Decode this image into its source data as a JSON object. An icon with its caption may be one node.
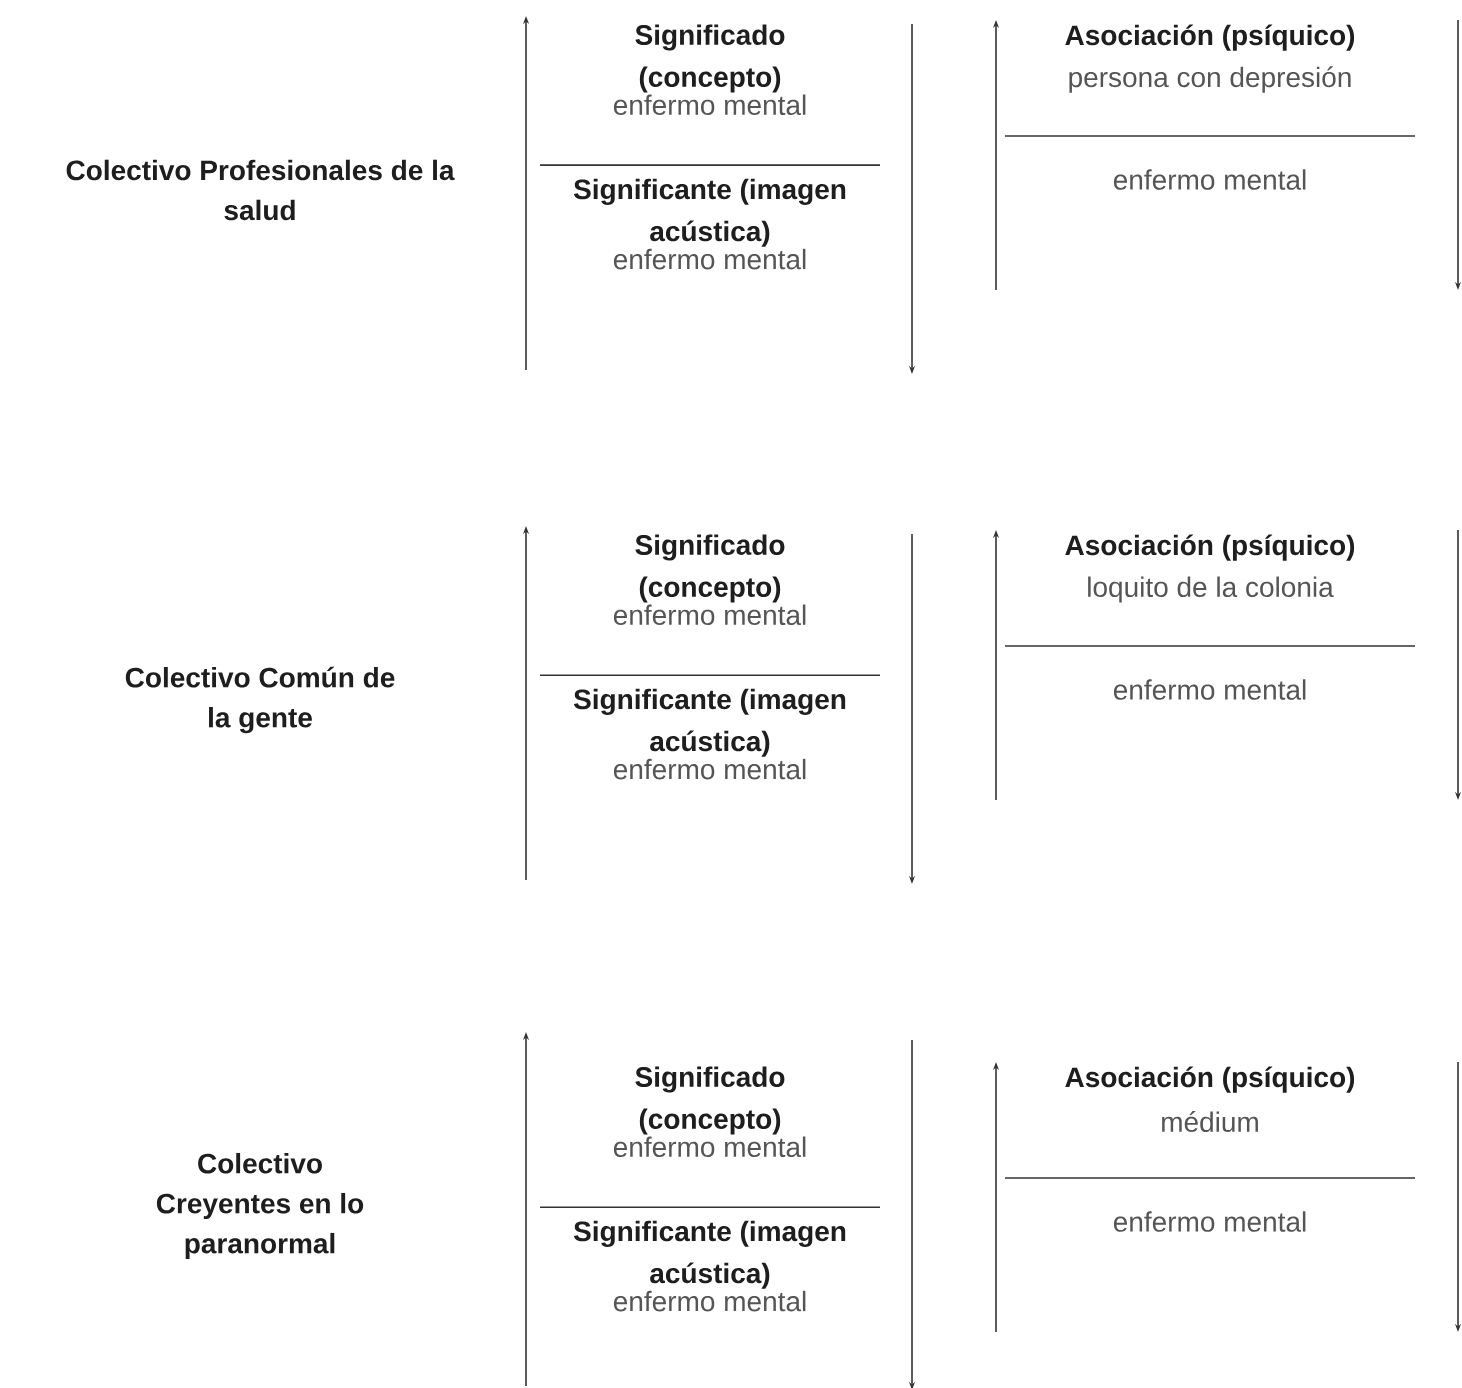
{
  "diagram": {
    "nodes": [
      {
        "text": [
          "Colectivo Profesionales de la salud"
        ]
      },
      {
        "text": [
          "Significado (concepto)",
          "enfermo mental",
          "Significante (imagen acústica)",
          "enfermo mental"
        ]
      },
      {
        "text": [
          "Asociación (psíquico)",
          "persona con depresión",
          "enfermo mental"
        ]
      },
      {
        "text": [
          "Colectivo Común de la gente"
        ]
      },
      {
        "text": [
          "Significado (concepto)",
          "enfermo mental",
          "Significante (imagen acústica)",
          "enfermo mental"
        ]
      },
      {
        "text": [
          "Asociación (psíquico)",
          "loquito de la colonia",
          "enfermo mental"
        ]
      },
      {
        "text": [
          "Colectivo Creyentes en lo paranormal"
        ]
      },
      {
        "text": [
          "Significado (concepto)",
          "enfermo mental",
          "Significante (imagen acústica)",
          "enfermo mental"
        ]
      },
      {
        "text": [
          "Asociación (psíquico)",
          "médium",
          "enfermo mental"
        ]
      }
    ]
  }
}
